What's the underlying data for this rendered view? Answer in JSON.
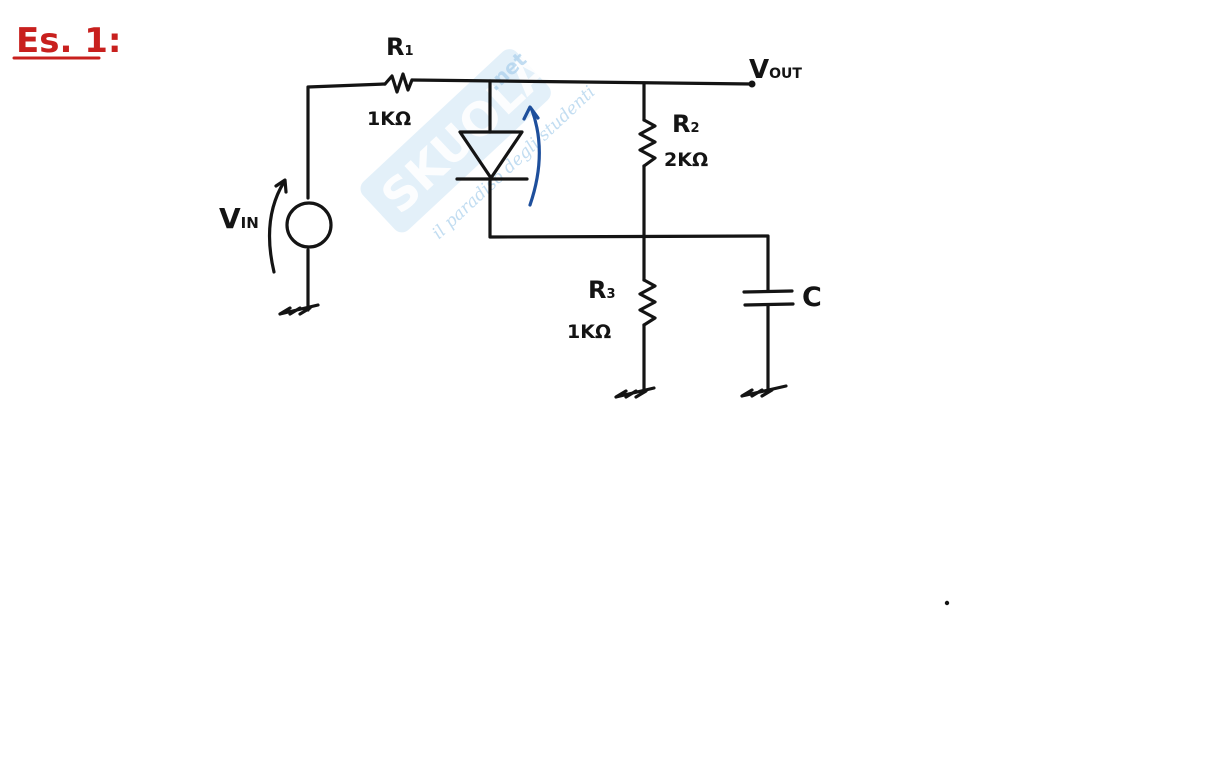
{
  "title": "Es. 1:",
  "colors": {
    "title": "#c8201e",
    "ink": "#141414",
    "arrow": "#1e4f9c",
    "watermark": "#a9cfec"
  },
  "watermark": {
    "brand": "SKUOLA",
    "suffix": ".net",
    "slogan": "il paradiso degli studenti"
  },
  "components": {
    "source": {
      "label": "V",
      "sub": "IN"
    },
    "r1": {
      "label": "R",
      "sub": "1",
      "value": "1KΩ"
    },
    "r2": {
      "label": "R",
      "sub": "2",
      "value": "2KΩ"
    },
    "r3": {
      "label": "R",
      "sub": "3",
      "value": "1KΩ"
    },
    "capacitor": {
      "label": "C"
    },
    "output": {
      "label": "V",
      "sub": "OUT"
    }
  }
}
